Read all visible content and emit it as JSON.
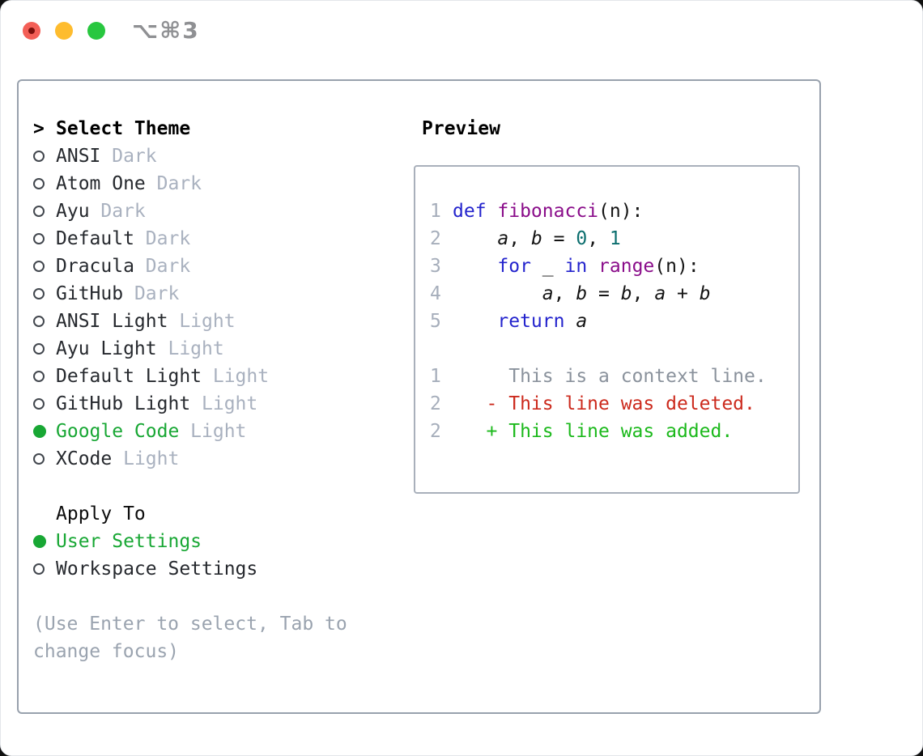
{
  "window": {
    "title": "⌥⌘3"
  },
  "colors": {
    "accent_green": "#18a734",
    "diff_added_green": "#1cb91c",
    "diff_deleted_red": "#cc2a1d",
    "keyword_blue": "#2424cd",
    "function_purple": "#8a0d8a",
    "literal_teal": "#0b6e6e",
    "muted_gray": "#9aa3af",
    "panel_border": "#98a1ad",
    "traffic_close": "#f35f57",
    "traffic_minimize": "#febc2e",
    "traffic_zoom": "#28c73f"
  },
  "theme_panel": {
    "header_prefix": ">",
    "header": "Select Theme",
    "items": [
      {
        "name": "ANSI",
        "variant": "Dark",
        "selected": false
      },
      {
        "name": "Atom One",
        "variant": "Dark",
        "selected": false
      },
      {
        "name": "Ayu",
        "variant": "Dark",
        "selected": false
      },
      {
        "name": "Default",
        "variant": "Dark",
        "selected": false
      },
      {
        "name": "Dracula",
        "variant": "Dark",
        "selected": false
      },
      {
        "name": "GitHub",
        "variant": "Dark",
        "selected": false
      },
      {
        "name": "ANSI Light",
        "variant": "Light",
        "selected": false
      },
      {
        "name": "Ayu Light",
        "variant": "Light",
        "selected": false
      },
      {
        "name": "Default Light",
        "variant": "Light",
        "selected": false
      },
      {
        "name": "GitHub Light",
        "variant": "Light",
        "selected": false
      },
      {
        "name": "Google Code",
        "variant": "Light",
        "selected": true
      },
      {
        "name": "XCode",
        "variant": "Light",
        "selected": false
      }
    ],
    "apply_to": {
      "header": "Apply To",
      "options": [
        {
          "name": "User Settings",
          "selected": true
        },
        {
          "name": "Workspace Settings",
          "selected": false
        }
      ]
    },
    "hint": [
      "(Use Enter to select, Tab to",
      "change focus)"
    ]
  },
  "preview": {
    "header": "Preview",
    "lines": [
      {
        "num": "1",
        "tokens": [
          {
            "c": "kw",
            "t": "def "
          },
          {
            "c": "fn",
            "t": "fibonacci"
          },
          {
            "c": "pln",
            "t": "(n):"
          }
        ]
      },
      {
        "num": "2",
        "tokens": [
          {
            "c": "pln",
            "t": "    "
          },
          {
            "c": "var",
            "t": "a"
          },
          {
            "c": "pln",
            "t": ", "
          },
          {
            "c": "var",
            "t": "b"
          },
          {
            "c": "pln",
            "t": " = "
          },
          {
            "c": "num",
            "t": "0"
          },
          {
            "c": "pln",
            "t": ", "
          },
          {
            "c": "num",
            "t": "1"
          }
        ]
      },
      {
        "num": "3",
        "tokens": [
          {
            "c": "pln",
            "t": "    "
          },
          {
            "c": "kw",
            "t": "for"
          },
          {
            "c": "pln",
            "t": " _ "
          },
          {
            "c": "kw",
            "t": "in"
          },
          {
            "c": "pln",
            "t": " "
          },
          {
            "c": "fn",
            "t": "range"
          },
          {
            "c": "pln",
            "t": "(n):"
          }
        ]
      },
      {
        "num": "4",
        "tokens": [
          {
            "c": "pln",
            "t": "        "
          },
          {
            "c": "var",
            "t": "a"
          },
          {
            "c": "pln",
            "t": ", "
          },
          {
            "c": "var",
            "t": "b"
          },
          {
            "c": "pln",
            "t": " = "
          },
          {
            "c": "var",
            "t": "b"
          },
          {
            "c": "pln",
            "t": ", "
          },
          {
            "c": "var",
            "t": "a"
          },
          {
            "c": "pln",
            "t": " + "
          },
          {
            "c": "var",
            "t": "b"
          }
        ]
      },
      {
        "num": "5",
        "tokens": [
          {
            "c": "pln",
            "t": "    "
          },
          {
            "c": "kw",
            "t": "return"
          },
          {
            "c": "pln",
            "t": " "
          },
          {
            "c": "var",
            "t": "a"
          }
        ]
      },
      {
        "num": "",
        "tokens": []
      },
      {
        "num": "1",
        "tokens": [
          {
            "c": "ctx",
            "t": "     This is a context line."
          }
        ]
      },
      {
        "num": "2",
        "tokens": [
          {
            "c": "del",
            "t": "   - This line was deleted."
          }
        ]
      },
      {
        "num": "2",
        "tokens": [
          {
            "c": "add",
            "t": "   + This line was added."
          }
        ]
      }
    ]
  }
}
